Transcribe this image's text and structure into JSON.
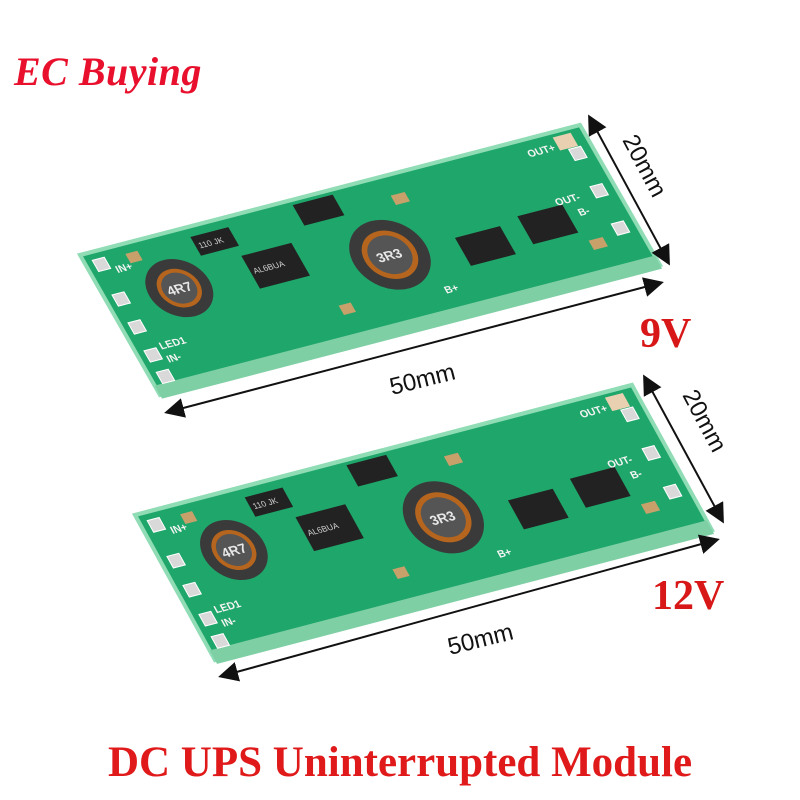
{
  "brand": "EC Buying",
  "title": "DC UPS Uninterrupted Module",
  "colors": {
    "brand_red": "#e8102c",
    "pcb_green": "#1fa66a",
    "pcb_edge": "#7fd4a8"
  },
  "boards": [
    {
      "voltage": "9V",
      "length": "50mm",
      "width": "20mm",
      "silkscreen": {
        "in_plus": "IN+",
        "in_minus": "IN-",
        "led": "LED1",
        "out_plus": "OUT+",
        "out_minus": "OUT-",
        "b_plus": "B+",
        "b_minus": "B-",
        "inductor1": "4R7",
        "inductor2": "3R3",
        "ic1": "AL6BUA",
        "diode": "110 JK"
      }
    },
    {
      "voltage": "12V",
      "length": "50mm",
      "width": "20mm",
      "silkscreen": {
        "in_plus": "IN+",
        "in_minus": "IN-",
        "led": "LED1",
        "out_plus": "OUT+",
        "out_minus": "OUT-",
        "b_plus": "B+",
        "b_minus": "B-",
        "inductor1": "4R7",
        "inductor2": "3R3",
        "ic1": "AL6BUA",
        "diode": "110 JK"
      }
    }
  ]
}
